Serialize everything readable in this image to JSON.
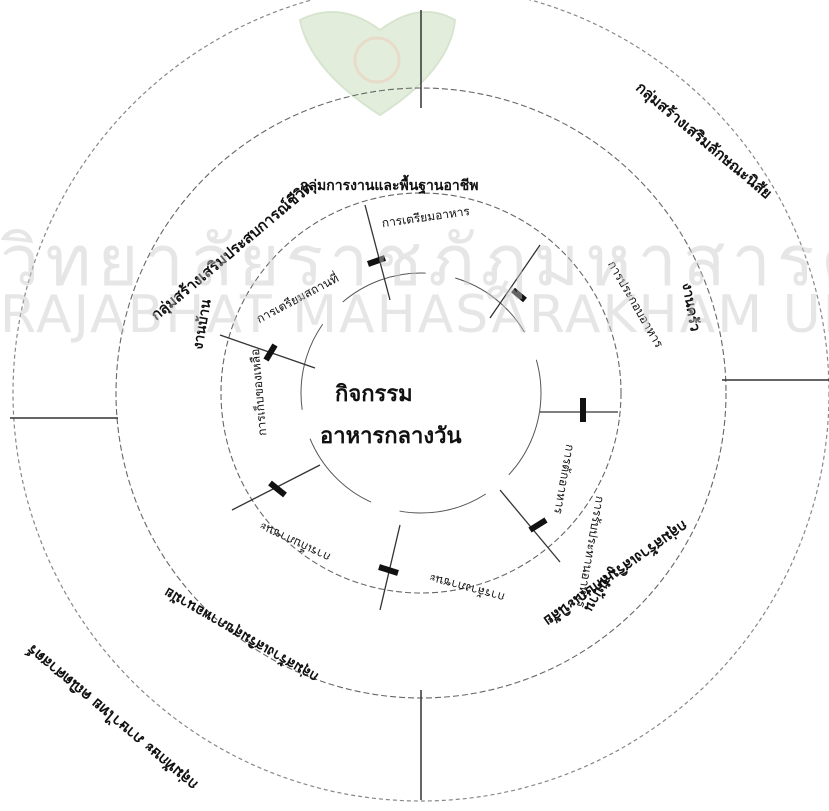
{
  "watermark": {
    "line1": "วิทยาลัยราชภัฏมหาสารคาม",
    "line2": "RAJABHAT MAHASARAKHAM UNIVERSITY"
  },
  "center": {
    "line1": "กิจกรรม",
    "line2": "อาหารกลางวัน"
  },
  "inner_ring": [
    "การเตรียมอาหาร",
    "การประกอบอาหาร",
    "การตักอาหาร",
    "การรับประทานอาหาร",
    "การล้างภาชนะ",
    "การเก็บภาชนะ",
    "การเก็บของเหลือ",
    "การเตรียมสถานที่"
  ],
  "middle_ring": {
    "top_arc": "กลุ่มการงานและพื้นฐานอาชีพ",
    "right_top": "งานครัว",
    "right_bottom": "งานบ้าน",
    "left_top": "งานบ้าน",
    "left_bottom": "กลุ่มสร้างเสริมสุขภาพอนามัย"
  },
  "outer_ring": {
    "top_left": "กลุ่มสร้างเสริมประสบการณ์ชีวิต",
    "top_right": "กลุ่มสร้างเสริมลักษณะนิสัย",
    "bottom_left": "กลุ่มทักษะ ภาษาไทย คณิตศาสตร์",
    "bottom_right": "กลุ่มสร้างเสริมลักษณะนิสัย"
  },
  "colors": {
    "line": "#333333",
    "thin_line": "#777777",
    "arrow": "#111111",
    "text": "#111111",
    "watermark": "#c8c8c8"
  }
}
